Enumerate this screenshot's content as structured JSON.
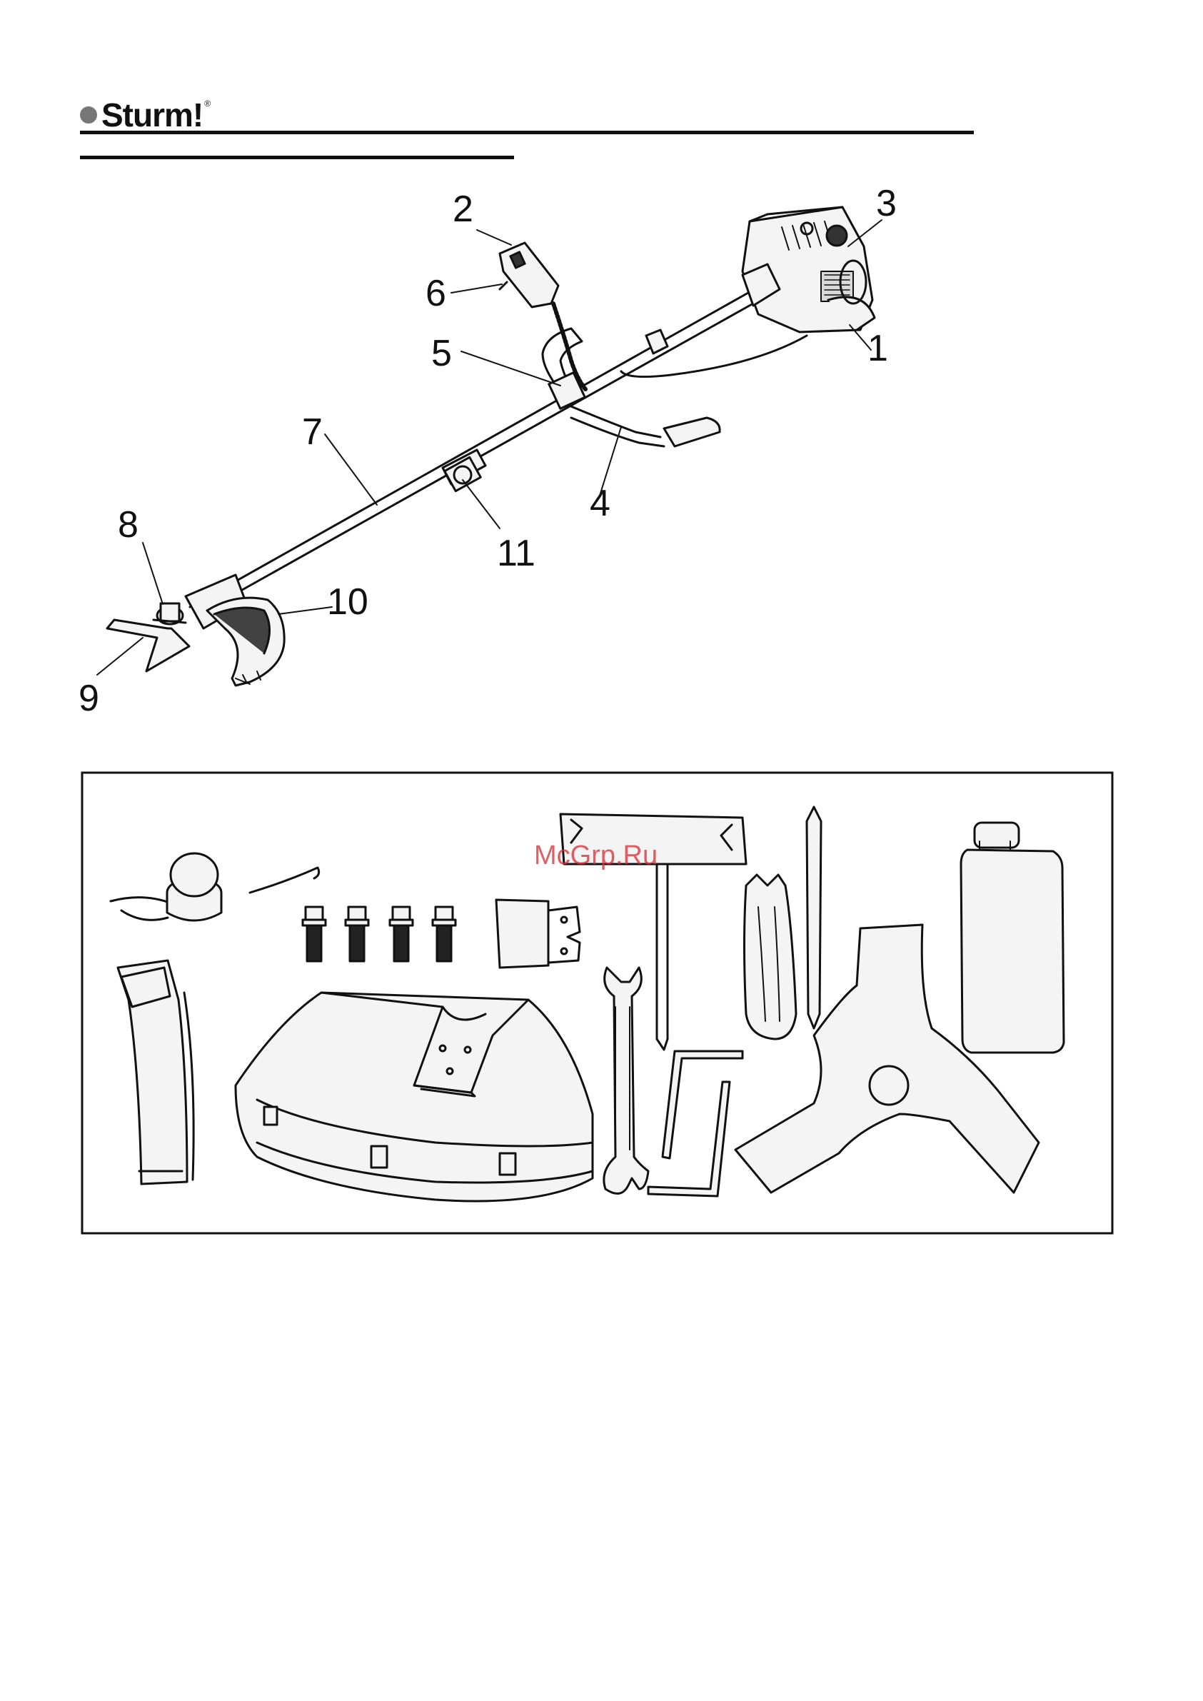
{
  "header": {
    "brand_name": "Sturm",
    "brand_mark": "!",
    "registered": "®"
  },
  "diagram": {
    "callouts": [
      {
        "id": "1",
        "label": "1"
      },
      {
        "id": "2",
        "label": "2"
      },
      {
        "id": "3",
        "label": "3"
      },
      {
        "id": "4",
        "label": "4"
      },
      {
        "id": "5",
        "label": "5"
      },
      {
        "id": "6",
        "label": "6"
      },
      {
        "id": "7",
        "label": "7"
      },
      {
        "id": "8",
        "label": "8"
      },
      {
        "id": "9",
        "label": "9"
      },
      {
        "id": "10",
        "label": "10"
      },
      {
        "id": "11",
        "label": "11"
      }
    ]
  },
  "accessories": {
    "watermark": "McGrp.Ru"
  }
}
